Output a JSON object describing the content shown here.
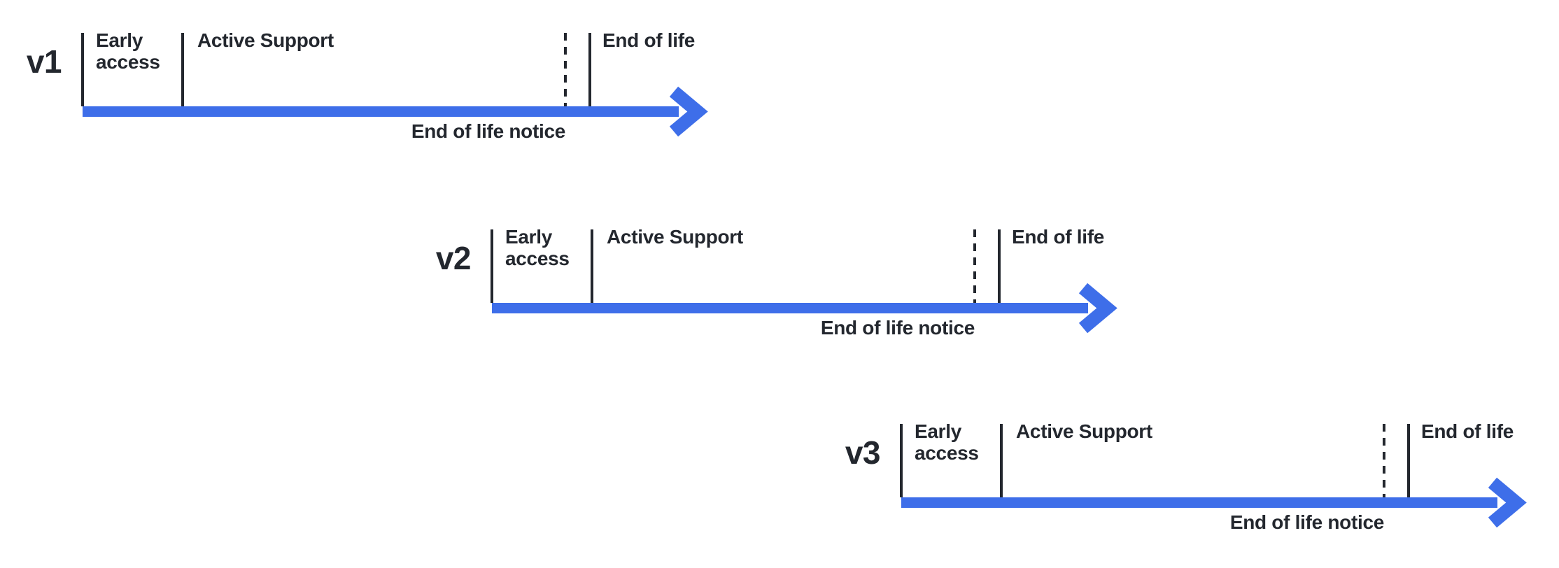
{
  "canvas": {
    "background": "#ffffff"
  },
  "colors": {
    "arrow": "#3E6EE9",
    "ink": "#23272E"
  },
  "timelines": [
    {
      "version": "v1",
      "phases": {
        "early_access": "Early\naccess",
        "active_support": "Active Support",
        "end_of_life": "End of life",
        "end_of_life_notice": "End of life notice"
      }
    },
    {
      "version": "v2",
      "phases": {
        "early_access": "Early\naccess",
        "active_support": "Active Support",
        "end_of_life": "End of life",
        "end_of_life_notice": "End of life notice"
      }
    },
    {
      "version": "v3",
      "phases": {
        "early_access": "Early\naccess",
        "active_support": "Active Support",
        "end_of_life": "End of life",
        "end_of_life_notice": "End of life notice"
      }
    }
  ]
}
